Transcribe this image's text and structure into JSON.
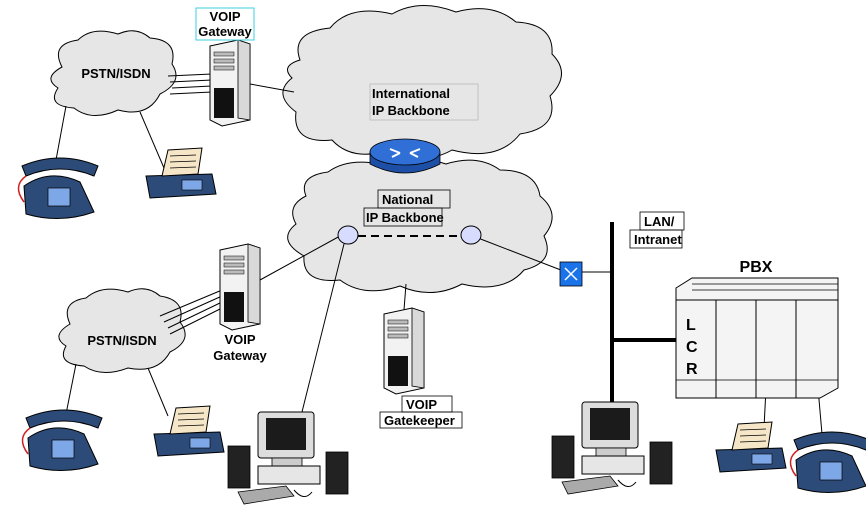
{
  "labels": {
    "voip_gateway_top": [
      "VOIP",
      "Gateway"
    ],
    "pstn_top": "PSTN/ISDN",
    "international_backbone": [
      "International",
      "IP Backbone"
    ],
    "national_backbone": [
      "National",
      "IP Backbone"
    ],
    "lan_intranet": [
      "LAN/",
      "Intranet"
    ],
    "pbx": "PBX",
    "pbx_lcr": [
      "L",
      "C",
      "R"
    ],
    "pstn_bottom": "PSTN/ISDN",
    "voip_gateway_bottom": [
      "VOIP",
      "Gateway"
    ],
    "voip_gatekeeper": [
      "VOIP",
      "Gatekeeper"
    ]
  },
  "colors": {
    "cloud_fill": "#e6e6e6",
    "router": "#2f6fd6",
    "hub_node": "#d7dcff",
    "switch": "#1a73e8",
    "phone": "#2d4b78",
    "label_box_cyan": "#3bd1e0"
  },
  "icons": [
    "telephone-icon",
    "fax-icon",
    "server-icon",
    "router-icon",
    "switch-icon",
    "workstation-icon",
    "pbx-icon"
  ]
}
